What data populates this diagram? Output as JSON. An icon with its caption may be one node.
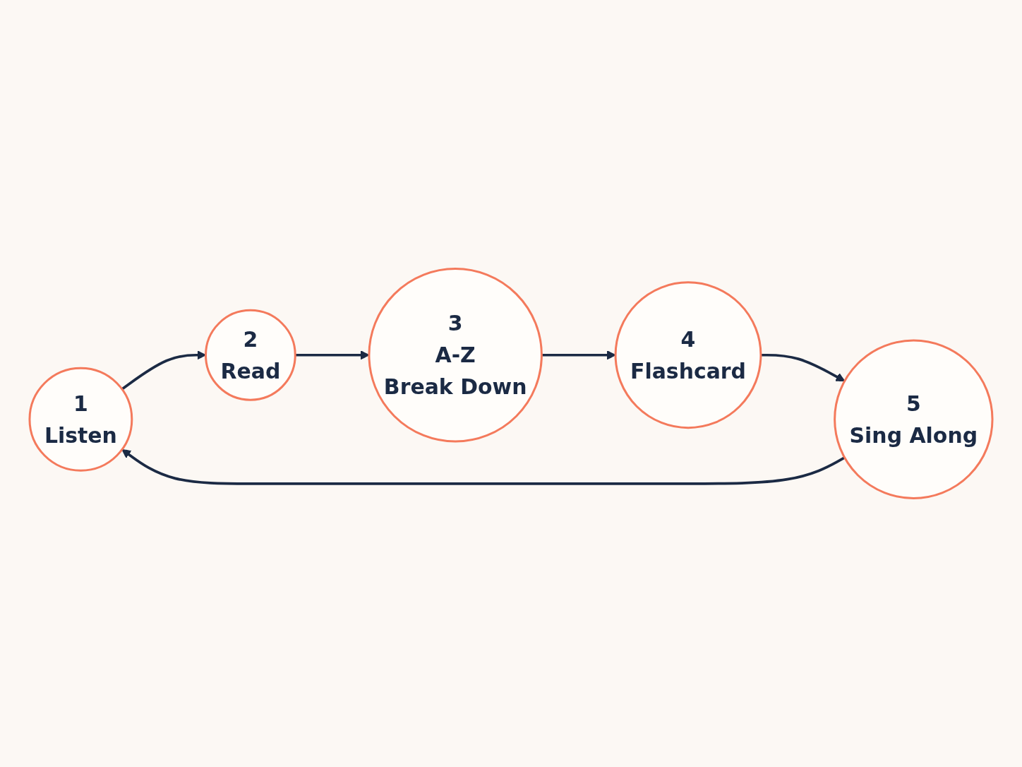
{
  "diagram": {
    "nodes": [
      {
        "text": [
          "1",
          "Listen"
        ]
      },
      {
        "text": [
          "2",
          "Read"
        ]
      },
      {
        "text": [
          "3",
          "A-Z",
          "Break Down"
        ]
      },
      {
        "text": [
          "4",
          "Flashcard"
        ]
      },
      {
        "text": [
          "5",
          "Sing Along"
        ]
      }
    ],
    "edges": [
      {
        "from": 0,
        "to": 1,
        "arrow": "to"
      },
      {
        "from": 1,
        "to": 2,
        "arrow": "to"
      },
      {
        "from": 2,
        "to": 3,
        "arrow": "to"
      },
      {
        "from": 3,
        "to": 4,
        "arrow": "to"
      },
      {
        "from": 4,
        "to": 0,
        "arrow": "to"
      }
    ]
  }
}
